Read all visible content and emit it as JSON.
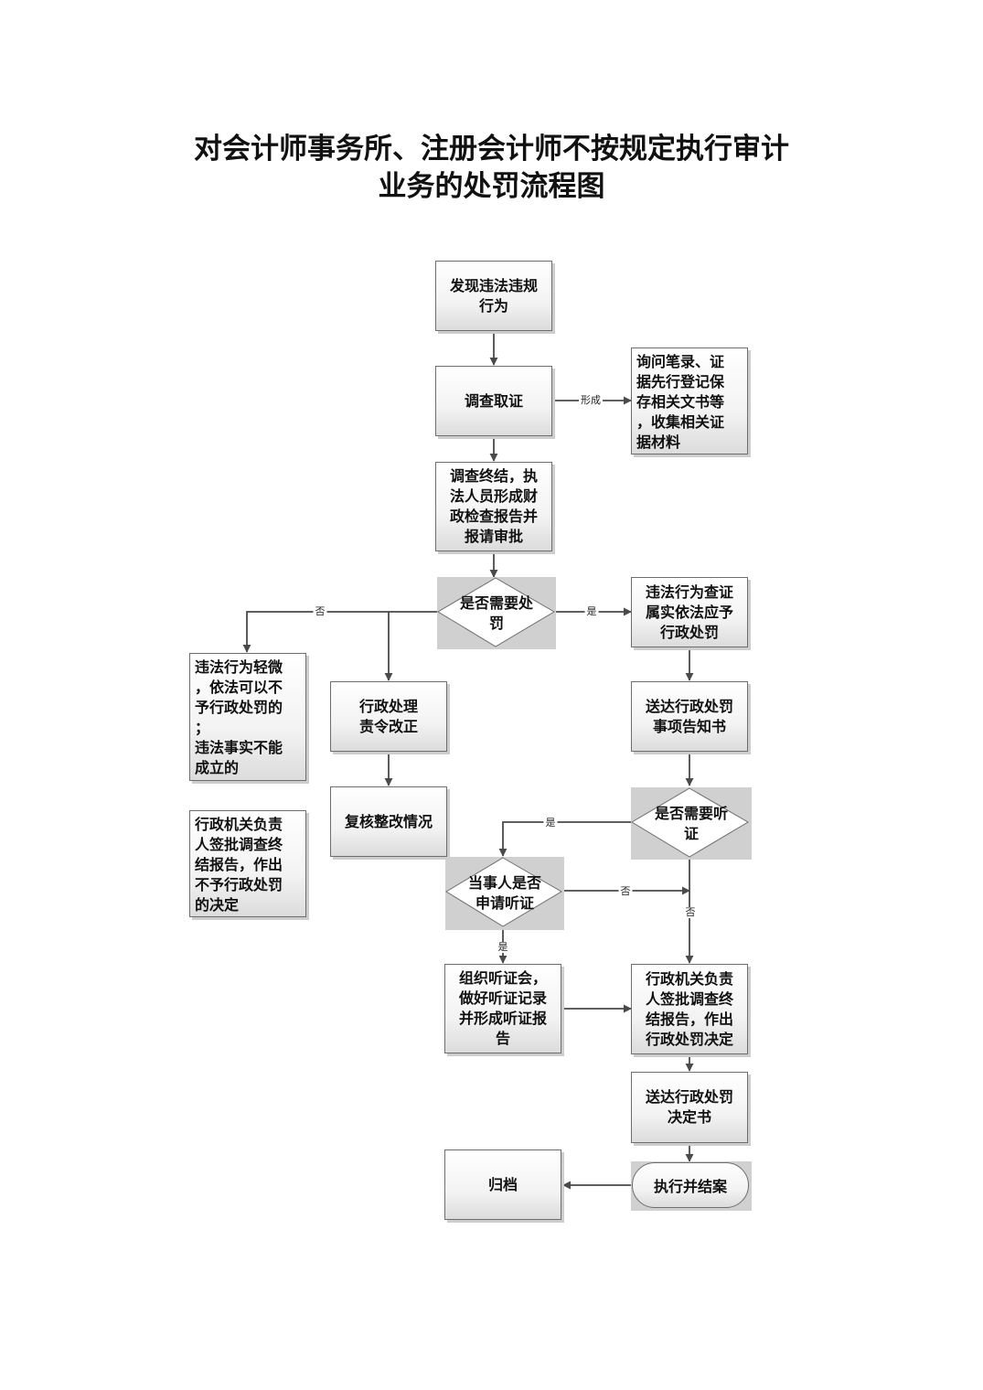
{
  "title": {
    "line1": "对会计师事务所、注册会计师不按规定执行审计",
    "line2": "业务的处罚流程图"
  },
  "nodes": {
    "discover": "发现违法违规\n行为",
    "investigate": "调查取证",
    "evidence": "询问笔录、证\n据先行登记保\n存相关文书等\n，收集相关证\n据材料",
    "report": "调查终结，执\n法人员形成财\n政检查报告并\n报请审批",
    "need_penalty": "是否需要处\n罚",
    "confirmed": "违法行为查证\n属实依法应予\n行政处罚",
    "minor": "违法行为轻微\n，依法可以不\n予行政处罚的\n；\n违法事实不能\n成立的",
    "order_correct": "行政处理\n责令改正",
    "notice": "送达行政处罚\n事项告知书",
    "review": "复核整改情况",
    "no_penalty_decision": "行政机关负责\n人签批调查终\n结报告，作出\n不予行政处罚\n的决定",
    "need_hearing": "是否需要听\n证",
    "party_apply": "当事人是否\n申请听证",
    "hearing": "组织听证会，\n做好听证记录\n并形成听证报\n告",
    "penalty_decision": "行政机关负责\n人签批调查终\n结报告，作出\n行政处罚决定",
    "deliver_decision": "送达行政处罚\n决定书",
    "execute": "执行并结案",
    "archive": "归档"
  },
  "labels": {
    "form": "形成",
    "no": "否",
    "yes": "是"
  }
}
